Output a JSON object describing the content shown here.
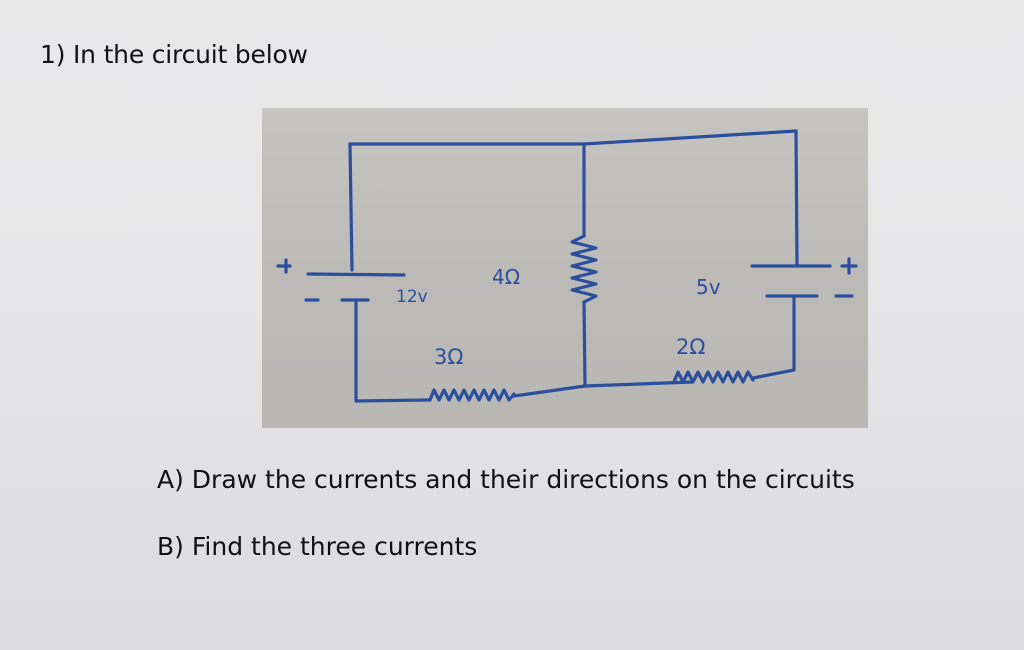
{
  "question": {
    "title": "1) In the circuit below",
    "part_a": "A) Draw the currents and their directions on the circuits",
    "part_b": "B) Find the three currents"
  },
  "circuit": {
    "left_battery": {
      "label": "12v",
      "plus": "+",
      "minus": "-"
    },
    "right_battery": {
      "label": "5v",
      "plus": "+",
      "minus": "-"
    },
    "middle_resistor": {
      "label": "4Ω"
    },
    "left_bottom_resistor": {
      "label": "3Ω"
    },
    "right_bottom_resistor": {
      "label": "2Ω"
    },
    "ink_color": "#2b4f9c"
  }
}
